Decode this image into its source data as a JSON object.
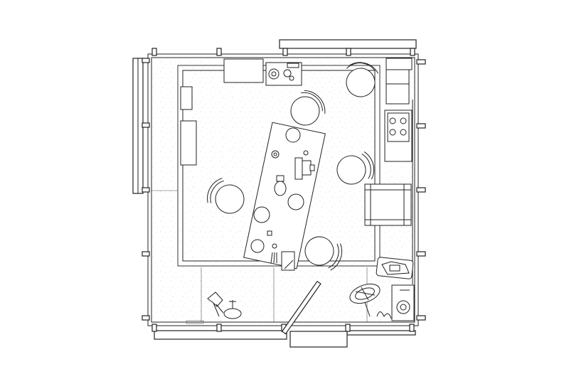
{
  "diagram": {
    "type": "floor-plan",
    "view": "top-down",
    "style": "line-drawing",
    "colors": {
      "line": "#222222",
      "background": "#ffffff",
      "floor_speckle": "#bbbbbb"
    },
    "elements": [
      "exterior-walls",
      "windows",
      "entrance-door",
      "rug",
      "dining-table",
      "chairs",
      "kitchen-counter",
      "sink",
      "cooktop",
      "armchair",
      "sideboard",
      "desk",
      "plants"
    ],
    "chair_count": 5
  }
}
